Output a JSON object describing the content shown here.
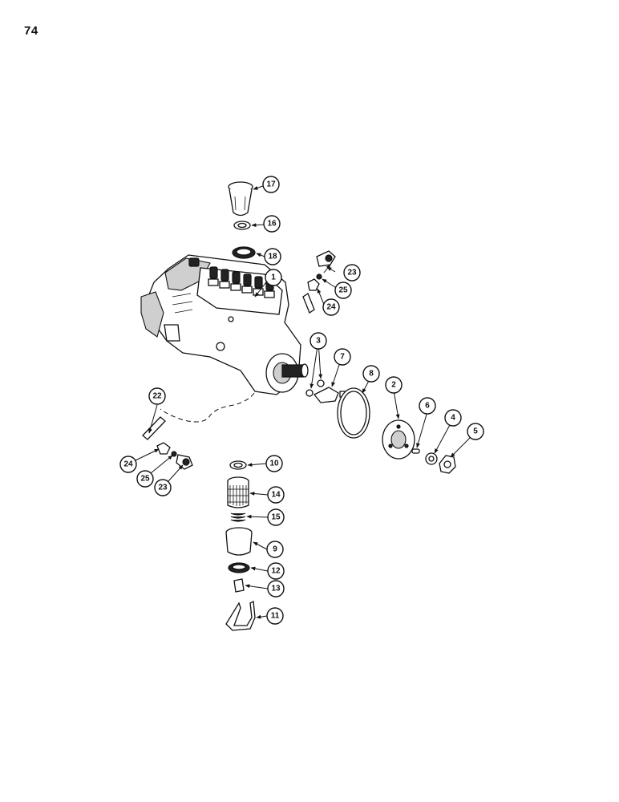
{
  "page_number": "74",
  "callouts": [
    "17",
    "16",
    "18",
    "1",
    "23",
    "25",
    "24",
    "3",
    "7",
    "8",
    "2",
    "6",
    "4",
    "5",
    "22",
    "24",
    "25",
    "23",
    "10",
    "14",
    "15",
    "9",
    "12",
    "13",
    "11"
  ]
}
